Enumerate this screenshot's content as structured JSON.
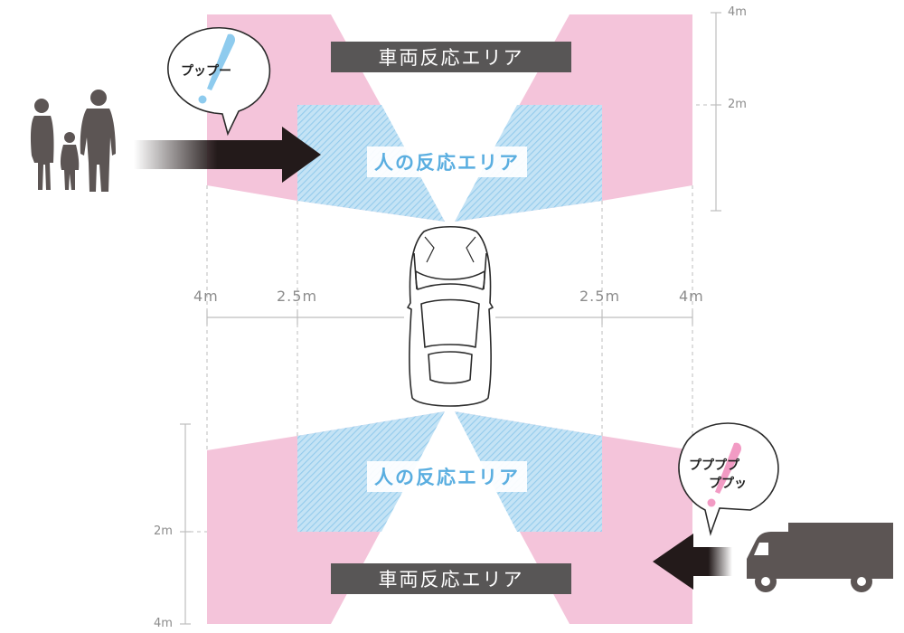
{
  "labels": {
    "vehicle_area_top": "車両反応エリア",
    "vehicle_area_bottom": "車両反応エリア",
    "person_area_top": "人の反応エリア",
    "person_area_bottom": "人の反応エリア"
  },
  "bubbles": {
    "left": {
      "text": "プップー"
    },
    "right": {
      "line1": "ププププ",
      "line2": "ププッ"
    }
  },
  "dimensions": {
    "left_outer": "4m",
    "left_inner": "2.5m",
    "right_inner": "2.5m",
    "right_outer": "4m",
    "top_right_far": "4m",
    "top_right_mid": "2m",
    "bottom_left_mid": "2m",
    "bottom_left_far": "4m"
  },
  "colors": {
    "vehicle_zone": "#f4c4da",
    "person_zone": "#a6d4ee",
    "label_bar": "#585656",
    "person_text": "#5aaee0",
    "arrow": "#231a1a",
    "silhouette": "#5c5554",
    "dimension": "#8c8c8c",
    "exclaim_blue": "#8ecbee",
    "exclaim_pink": "#f29bc4"
  },
  "icons": {
    "family": "family-silhouette-icon",
    "truck": "truck-icon",
    "car": "car-icon"
  }
}
